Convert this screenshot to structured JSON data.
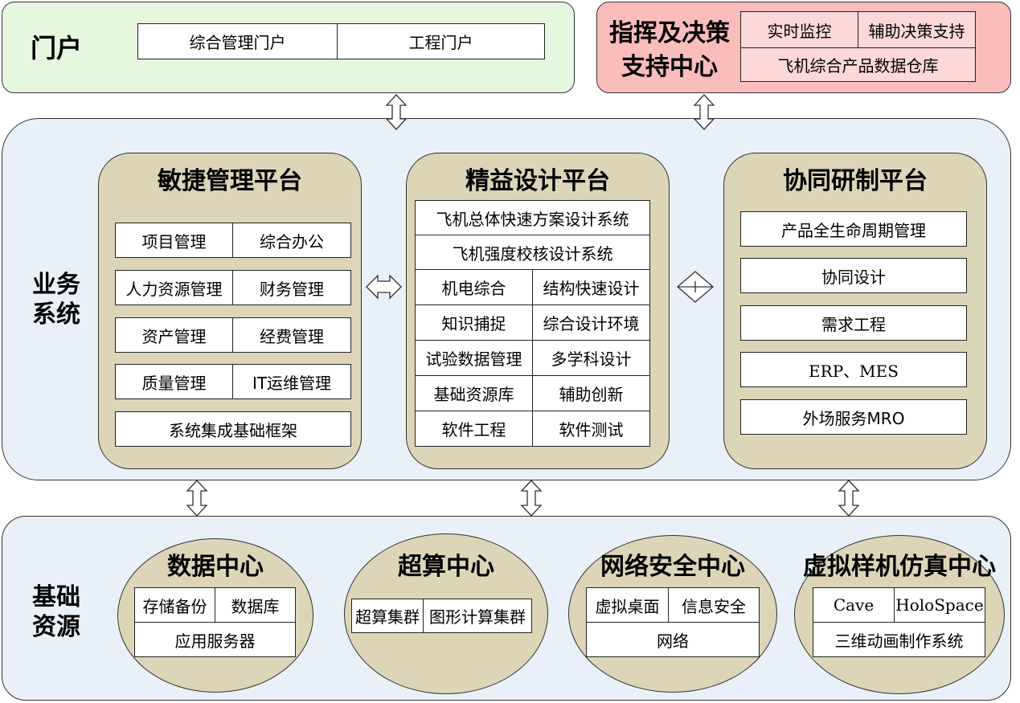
{
  "portal": {
    "title": "门户",
    "items": [
      "综合管理门户",
      "工程门户"
    ],
    "bg": "#e6f7df"
  },
  "command": {
    "title_line1": "指挥及决策",
    "title_line2": "支持中心",
    "items": [
      "实时监控",
      "辅助决策支持",
      "飞机综合产品数据仓库"
    ],
    "bg": "#fbbcbc",
    "inner_bg": "#fdd8d8"
  },
  "business": {
    "label": "业务\n系统",
    "bg": "#eaf0f8",
    "agile": {
      "title": "敏捷管理平台",
      "cells": [
        "项目管理",
        "综合办公",
        "人力资源管理",
        "财务管理",
        "资产管理",
        "经费管理",
        "质量管理",
        "IT运维管理",
        "系统集成基础框架"
      ]
    },
    "lean": {
      "title": "精益设计平台",
      "cells": [
        "飞机总体快速方案设计系统",
        "飞机强度校核设计系统",
        "机电综合",
        "结构快速设计",
        "知识捕捉",
        "综合设计环境",
        "试验数据管理",
        "多学科设计",
        "基础资源库",
        "辅助创新",
        "软件工程",
        "软件测试"
      ]
    },
    "collab": {
      "title": "协同研制平台",
      "cells": [
        "产品全生命周期管理",
        "协同设计",
        "需求工程",
        "ERP、MES",
        "外场服务MRO"
      ]
    },
    "platform_bg": "#ddd5b8"
  },
  "infra": {
    "label": "基础\n资源",
    "bg": "#eaf0f8",
    "data_center": {
      "title": "数据中心",
      "cells": [
        "存储备份",
        "数据库",
        "应用服务器"
      ]
    },
    "super_center": {
      "title": "超算中心",
      "cells": [
        "超算集群",
        "图形计算集群"
      ]
    },
    "network_center": {
      "title": "网络安全中心",
      "cells": [
        "虚拟桌面",
        "信息安全",
        "网络"
      ]
    },
    "vp_center": {
      "title": "虚拟样机仿真中心",
      "cells": [
        "Cave",
        "HoloSpace",
        "三维动画制作系统"
      ]
    },
    "ellipse_bg": "#ddd5b8"
  }
}
